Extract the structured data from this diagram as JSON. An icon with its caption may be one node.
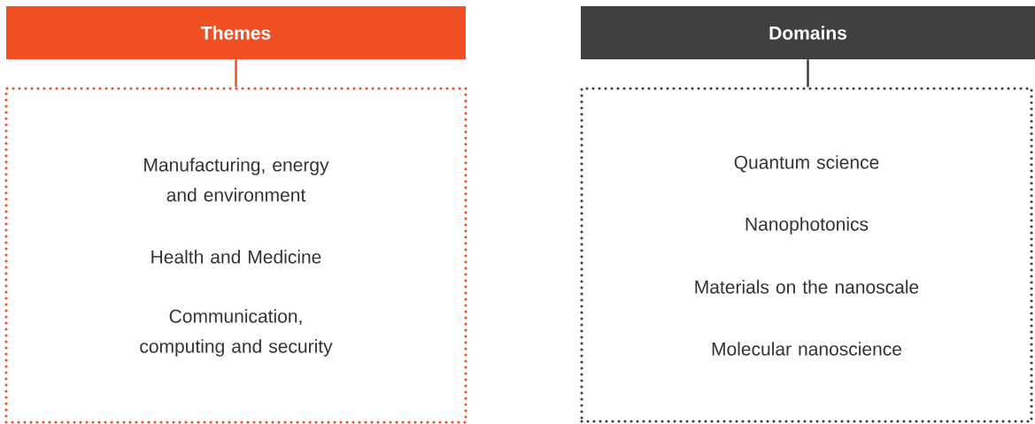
{
  "diagram": {
    "nodes": [
      {
        "text": [
          "Themes"
        ]
      },
      {
        "text": [
          "Manufacturing, energy and environment",
          "Health and Medicine",
          "Communication, computing and security"
        ]
      },
      {
        "text": [
          "Domains"
        ]
      },
      {
        "text": [
          "Quantum science",
          "Nanophotonics",
          "Materials on the nanoscale",
          "Molecular nanoscience"
        ]
      }
    ],
    "edges": [
      {
        "from": 0,
        "to": 1,
        "arrow": "none",
        "color": "#f05023"
      },
      {
        "from": 2,
        "to": 3,
        "arrow": "none",
        "color": "#404041"
      }
    ]
  }
}
